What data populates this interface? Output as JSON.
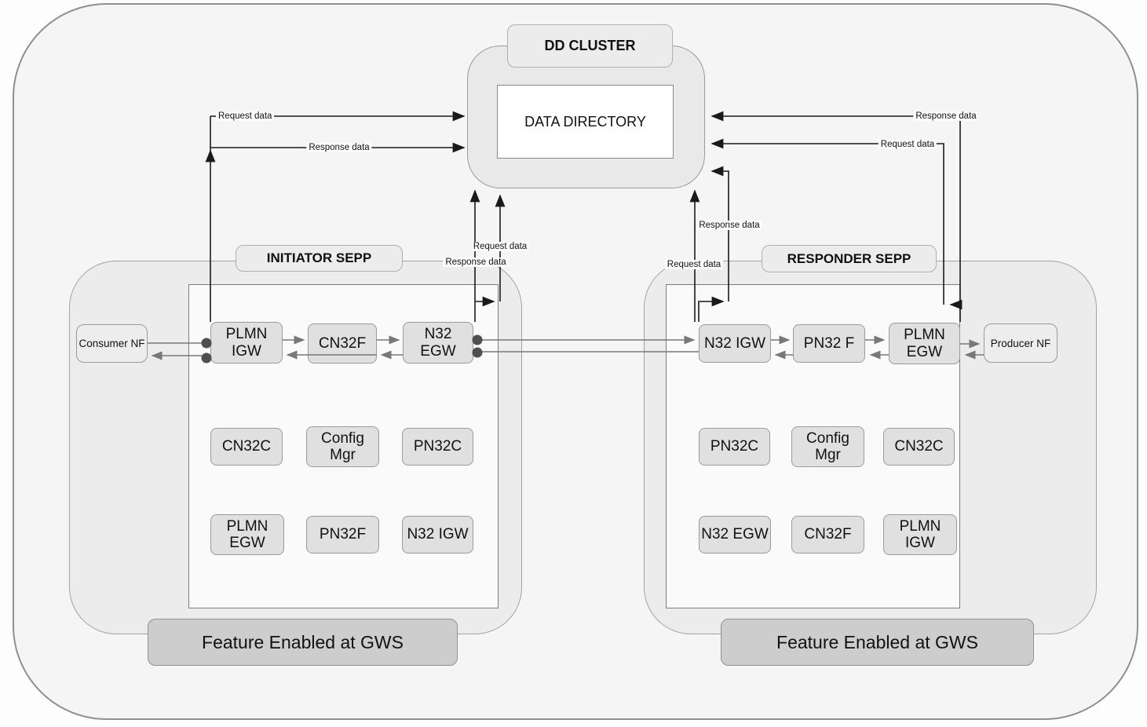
{
  "dd": {
    "label": "DD CLUSTER",
    "inner": "DATA DIRECTORY"
  },
  "external": {
    "consumer": "Consumer NF",
    "producer": "Producer NF"
  },
  "initiator": {
    "label": "INITIATOR SEPP",
    "footer": "Feature Enabled at GWS",
    "chain": [
      "PLMN IGW",
      "CN32F",
      "N32 EGW"
    ],
    "grid": [
      "CN32C",
      "Config Mgr",
      "PN32C",
      "PLMN EGW",
      "PN32F",
      "N32 IGW"
    ]
  },
  "responder": {
    "label": "RESPONDER SEPP",
    "footer": "Feature Enabled at GWS",
    "chain": [
      "N32 IGW",
      "PN32 F",
      "PLMN EGW"
    ],
    "grid": [
      "PN32C",
      "Config Mgr",
      "CN32C",
      "N32 EGW",
      "CN32F",
      "PLMN IGW"
    ]
  },
  "flows": {
    "request": "Request data",
    "response": "Response data"
  },
  "colors": {
    "outer_fill": "#f5f5f5",
    "container_fill": "#ececec",
    "node_fill": "#e0e0e0",
    "feature_fill": "#cdcdcd",
    "border": "#9a9a9a",
    "arrow_black": "#1a1a1a",
    "arrow_gray": "#787878"
  }
}
